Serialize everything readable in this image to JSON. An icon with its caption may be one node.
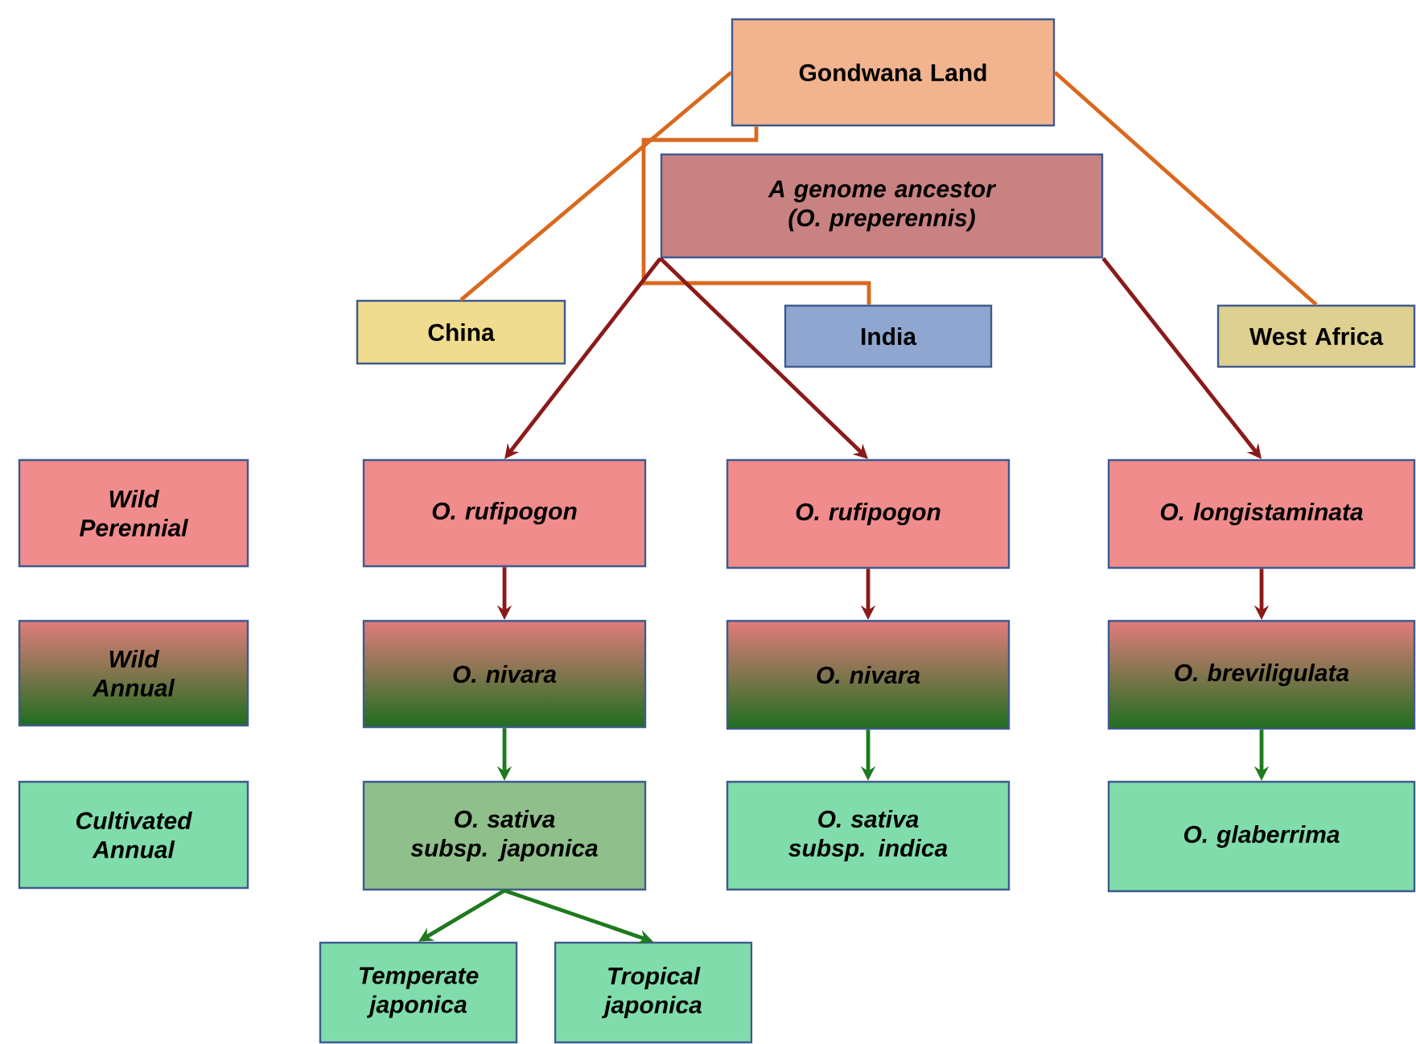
{
  "diagram": {
    "nodes": [
      {
        "text": [
          "Gondwana Land"
        ]
      },
      {
        "text": [
          "A genome ancestor (O. preperennis)"
        ]
      },
      {
        "text": [
          "China"
        ]
      },
      {
        "text": [
          "India"
        ]
      },
      {
        "text": [
          "West Africa"
        ]
      },
      {
        "text": [
          "Wild Perennial"
        ]
      },
      {
        "text": [
          "O. rufipogon"
        ]
      },
      {
        "text": [
          "O. rufipogon"
        ]
      },
      {
        "text": [
          "O. longistaminata"
        ]
      },
      {
        "text": [
          "Wild Annual"
        ]
      },
      {
        "text": [
          "O. nivara"
        ]
      },
      {
        "text": [
          "O. nivara"
        ]
      },
      {
        "text": [
          "O. breviligulata"
        ]
      },
      {
        "text": [
          "Cultivated Annual"
        ]
      },
      {
        "text": [
          "O. sativa subsp. japonica"
        ]
      },
      {
        "text": [
          "O. sativa subsp. indica"
        ]
      },
      {
        "text": [
          "O. glaberrima"
        ]
      },
      {
        "text": [
          "Temperate japonica"
        ]
      },
      {
        "text": [
          "Tropical japonica"
        ]
      }
    ],
    "edges": [
      {
        "from": 0,
        "to": 2,
        "arrow": "none",
        "color": "#d9691e"
      },
      {
        "from": 0,
        "to": 3,
        "arrow": "none",
        "color": "#d9691e"
      },
      {
        "from": 0,
        "to": 4,
        "arrow": "none",
        "color": "#d9691e"
      },
      {
        "from": 1,
        "to": 6,
        "arrow": "to",
        "color": "#8b1a1a"
      },
      {
        "from": 1,
        "to": 7,
        "arrow": "to",
        "color": "#8b1a1a"
      },
      {
        "from": 1,
        "to": 8,
        "arrow": "to",
        "color": "#8b1a1a"
      },
      {
        "from": 6,
        "to": 10,
        "arrow": "to",
        "color": "#8b1a1a"
      },
      {
        "from": 7,
        "to": 11,
        "arrow": "to",
        "color": "#8b1a1a"
      },
      {
        "from": 8,
        "to": 12,
        "arrow": "to",
        "color": "#8b1a1a"
      },
      {
        "from": 10,
        "to": 14,
        "arrow": "to",
        "color": "#1e7a1e"
      },
      {
        "from": 11,
        "to": 15,
        "arrow": "to",
        "color": "#1e7a1e"
      },
      {
        "from": 12,
        "to": 16,
        "arrow": "to",
        "color": "#1e7a1e"
      },
      {
        "from": 14,
        "to": 17,
        "arrow": "to",
        "color": "#1e7a1e"
      },
      {
        "from": 14,
        "to": 18,
        "arrow": "to",
        "color": "#1e7a1e"
      }
    ]
  }
}
